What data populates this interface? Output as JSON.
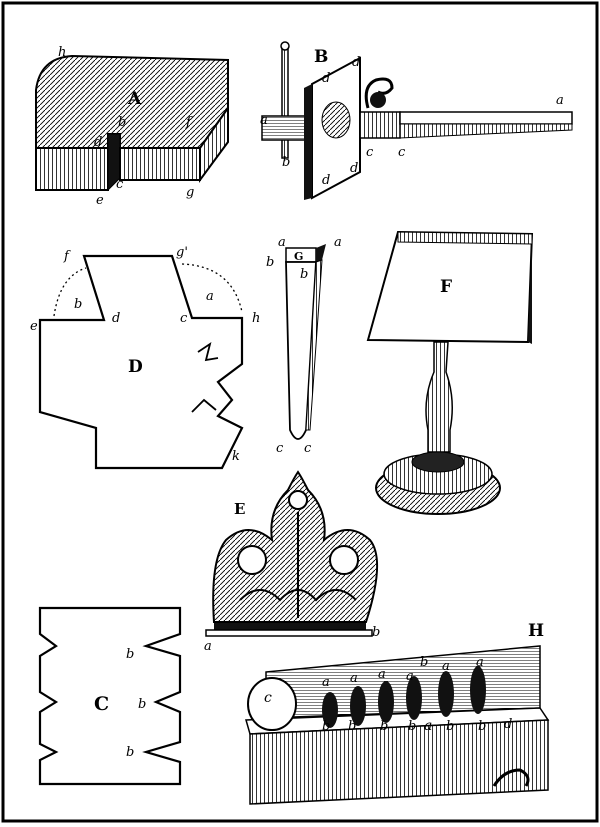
{
  "plate": {
    "figures": {
      "A": {
        "caption": "A",
        "letters": {
          "h": "h",
          "b": "b",
          "f": "f",
          "d": "d",
          "c": "c",
          "e": "e",
          "g": "g"
        }
      },
      "B": {
        "caption": "B",
        "letters": {
          "a_left": "a",
          "b": "b",
          "a_right": "a",
          "c1": "c",
          "c2": "c",
          "d1": "d",
          "d2": "d",
          "d3": "d",
          "d4": "d"
        }
      },
      "D": {
        "caption": "D",
        "letters": {
          "f": "f",
          "g": "g'",
          "a": "a",
          "b_left": "b",
          "d": "d",
          "e": "e",
          "c": "c",
          "h": "h",
          "k": "k"
        }
      },
      "G": {
        "caption": "G",
        "letters": {
          "a1": "a",
          "a2": "a",
          "b1": "b",
          "b2": "b",
          "c1": "c",
          "c2": "c"
        }
      },
      "F": {
        "caption": "F"
      },
      "E": {
        "caption": "E",
        "letters": {
          "a": "a",
          "b": "b"
        }
      },
      "C": {
        "caption": "C",
        "letters": {
          "b1": "b",
          "b2": "b",
          "b3": "b"
        }
      },
      "H": {
        "caption": "H",
        "letters": {
          "c": "c",
          "top_a1": "a",
          "top_a2": "a",
          "top_a3": "a",
          "top_b": "b",
          "top_a4": "a",
          "top_a5": "a",
          "top_a6": "a",
          "bot_b1": "b",
          "bot_b2": "b",
          "bot_b3": "b",
          "bot_b4": "b",
          "bot_a": "a",
          "bot_b5": "b",
          "bot_b6": "b",
          "bot_d": "d"
        }
      }
    }
  }
}
